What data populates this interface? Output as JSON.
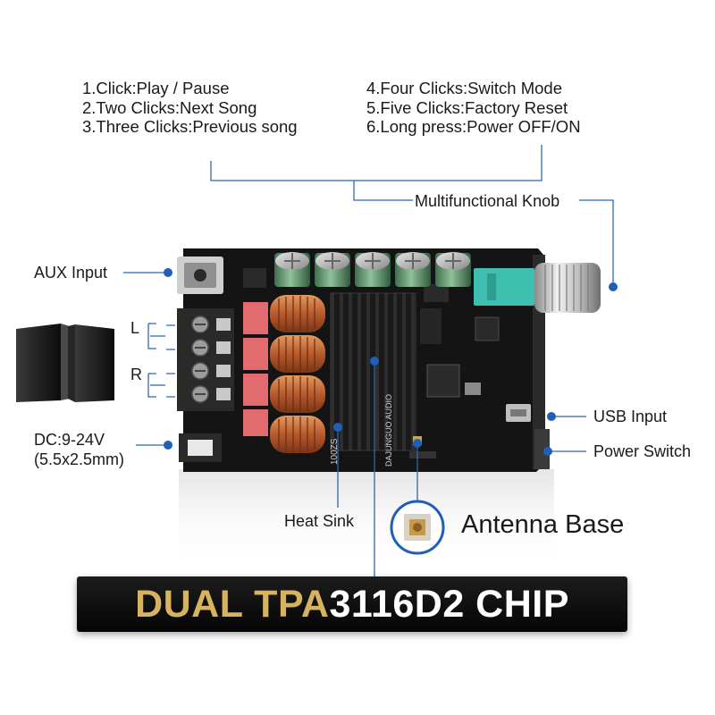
{
  "instructions_left": [
    "1.Click:Play / Pause",
    "2.Two Clicks:Next Song",
    "3.Three Clicks:Previous song"
  ],
  "instructions_right": [
    "4.Four Clicks:Switch Mode",
    "5.Five Clicks:Factory Reset",
    "6.Long press:Power OFF/ON"
  ],
  "labels": {
    "knob": "Multifunctional Knob",
    "aux": "AUX Input",
    "left": "L",
    "right": "R",
    "dc_line1": "DC:9-24V",
    "dc_line2": "(5.5x2.5mm)",
    "usb": "USB Input",
    "power_switch": "Power Switch",
    "heat_sink": "Heat Sink",
    "antenna": "Antenna Base"
  },
  "banner": {
    "part1": "DUAL TPA",
    "part2": "3116D2 CHIP"
  },
  "board_print": {
    "brand": "DAJUNGUO AUDIO",
    "model": "100ZS"
  },
  "colors": {
    "leader_line": "#2f66b0",
    "dot": "#1f5fb8",
    "banner_gold": "#d7b25f",
    "banner_white": "#ffffff",
    "board": "#151515",
    "capacitor": "#5c8a66",
    "inductor": "#c56a3a",
    "terminal_block": "#2a2a2a",
    "teal_component": "#3fbfb0"
  }
}
